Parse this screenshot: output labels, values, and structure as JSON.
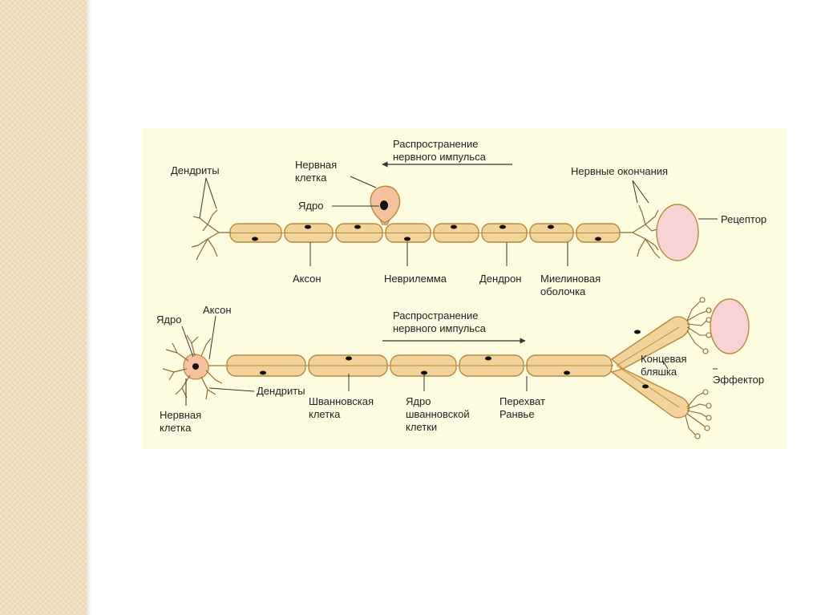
{
  "diagram": {
    "top": {
      "impulse_line1": "Распространение",
      "impulse_line2": "нервного импульса",
      "dendrites": "Дендриты",
      "nerve_cell_line1": "Нервная",
      "nerve_cell_line2": "клетка",
      "nucleus": "Ядро",
      "nerve_endings": "Нервные окончания",
      "receptor": "Рецептор",
      "axon": "Аксон",
      "neurilemma": "Неврилемма",
      "dendron": "Дендрон",
      "myelin_line1": "Миелиновая",
      "myelin_line2": "оболочка"
    },
    "bottom": {
      "nucleus": "Ядро",
      "axon": "Аксон",
      "impulse_line1": "Распространение",
      "impulse_line2": "нервного импульса",
      "end_plate_line1": "Концевая",
      "end_plate_line2": "бляшка",
      "effector": "Эффектор",
      "dendrites": "Дендриты",
      "nerve_cell_line1": "Нервная",
      "nerve_cell_line2": "клетка",
      "schwann_line1": "Шванновская",
      "schwann_line2": "клетка",
      "schwann_nucleus_line1": "Ядро",
      "schwann_nucleus_line2": "шванновской",
      "schwann_nucleus_line3": "клетки",
      "ranvier_line1": "Перехват",
      "ranvier_line2": "Ранвье"
    }
  },
  "colors": {
    "figure_bg": "#fdfbe0",
    "myelin_fill": "#f2d49a",
    "myelin_stroke": "#b8893e",
    "cell_body": "#f6c29d",
    "receptor_fill": "#f7d3d6",
    "nucleus": "#111111",
    "line": "#444444"
  }
}
